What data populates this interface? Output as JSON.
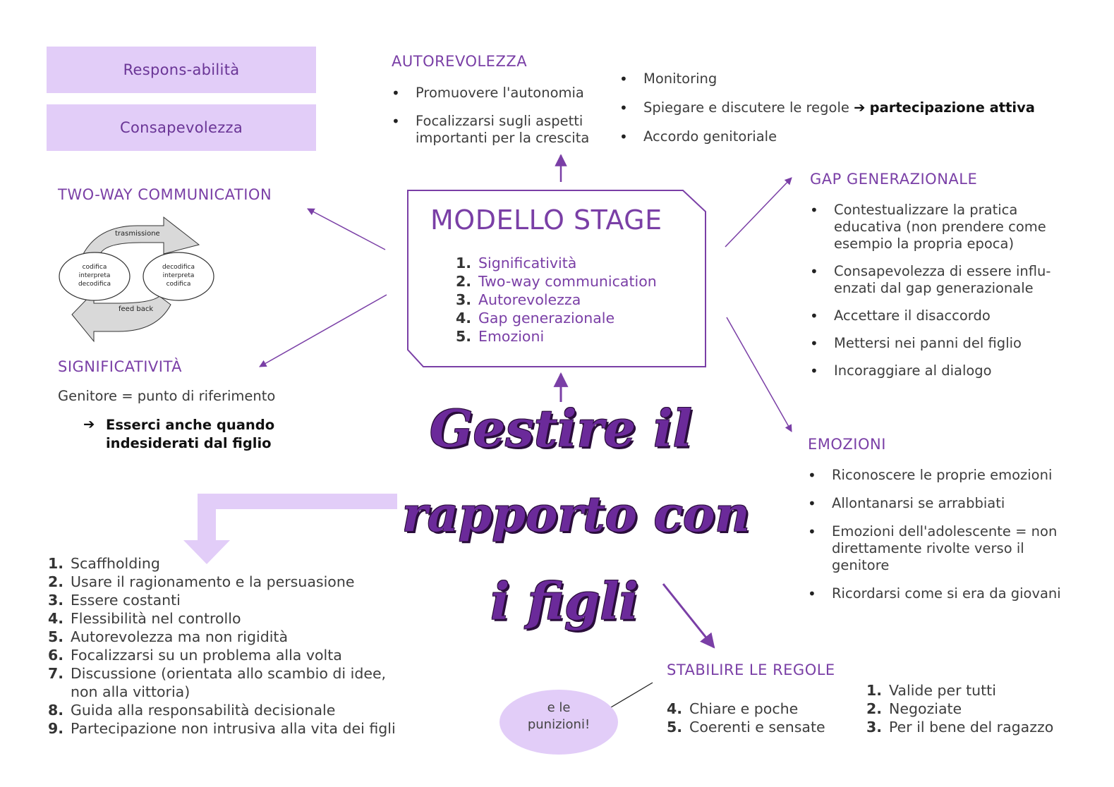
{
  "top_boxes": {
    "responsabilita": "Respons-abilità",
    "consapevolezza": "Consapevolezza"
  },
  "autorevolezza": {
    "title": "AUTOREVOLEZZA",
    "items": [
      "Promuovere l'autonomia",
      "Focalizzarsi sugli aspetti importanti per la crescita"
    ]
  },
  "top_right": {
    "items": [
      "Monitoring",
      "Spiegare e discutere le regole",
      "Accordo genitoriale"
    ],
    "arrow_text": "partecipazione attiva"
  },
  "two_way": {
    "title": "TWO-WAY COMMUNICATION",
    "diagram": {
      "top": "trasmissione",
      "bottom": "feed back",
      "left": [
        "codifica",
        "interpreta",
        "decodifica"
      ],
      "right": [
        "decodifica",
        "interpreta",
        "codifica"
      ]
    }
  },
  "modello": {
    "title": "MODELLO STAGE",
    "items": [
      "Significatività",
      "Two-way communication",
      "Autorevolezza",
      "Gap generazionale",
      "Emozioni"
    ]
  },
  "gap": {
    "title": "GAP GENERAZIONALE",
    "items": [
      "Contestualizzare la pratica educativa (non prendere come esempio la propria epoca)",
      "Consapevolezza di essere influ-enzati dal gap generazionale",
      "Accettare il disaccordo",
      "Mettersi nei panni del figlio",
      "Incoraggiare al dialogo"
    ]
  },
  "significativita": {
    "title": "SIGNIFICATIVITÀ",
    "line": "Genitore = punto di riferimento",
    "arrow_text": "Esserci anche quando indesiderati dal figlio"
  },
  "main_title": {
    "line1": "Gestire il",
    "line2": "rapporto con",
    "line3": "i figli"
  },
  "emozioni": {
    "title": "EMOZIONI",
    "items": [
      "Riconoscere le proprie emozioni",
      "Allontanarsi se arrabbiati",
      "Emozioni dell'adolescente = non direttamente rivolte verso il genitore",
      "Ricordarsi come si era da giovani"
    ]
  },
  "strategies": {
    "items": [
      "Scaffholding",
      "Usare il ragionamento e la persuasione",
      "Essere costanti",
      "Flessibilità nel controllo",
      "Autorevolezza ma non rigidità",
      "Focalizzarsi su un problema alla volta",
      "Discussione (orientata allo scambio di idee, non alla vittoria)",
      "Guida alla responsabilità decisionale",
      "Partecipazione non intrusiva alla vita dei figli"
    ]
  },
  "regole": {
    "title": "STABILIRE LE REGOLE",
    "left": [
      {
        "n": "4.",
        "t": "Chiare e poche"
      },
      {
        "n": "5.",
        "t": "Coerenti e sensate"
      }
    ],
    "right": [
      {
        "n": "1.",
        "t": "Valide per tutti"
      },
      {
        "n": "2.",
        "t": "Negoziate"
      },
      {
        "n": "3.",
        "t": "Per il bene del ragazzo"
      }
    ]
  },
  "punizioni": "e le punizioni!",
  "colors": {
    "accent": "#7a3fa6",
    "light": "#e2cdf8",
    "title": "#6b2a9a"
  }
}
